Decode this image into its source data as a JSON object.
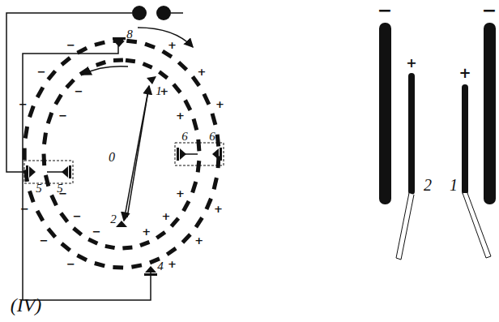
{
  "diagram": {
    "labels": [
      "(IV)",
      "8",
      "1",
      "0",
      "2",
      "4",
      "5",
      "5",
      "6",
      "6",
      "2",
      "1",
      "−",
      "+",
      "+",
      "−",
      "+",
      "+",
      "+",
      "+",
      "+",
      "+",
      "−",
      "−",
      "−",
      "−",
      "−",
      "−",
      "+",
      "+",
      "+",
      "+",
      "+",
      "−",
      "−",
      "−",
      "−",
      "−"
    ]
  }
}
